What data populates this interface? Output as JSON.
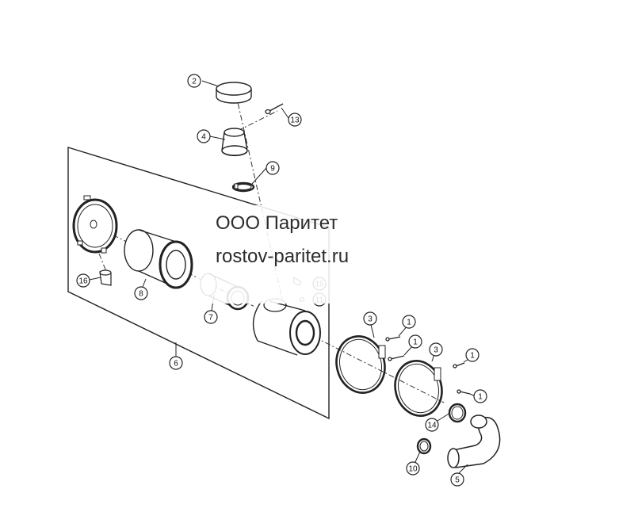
{
  "watermark": {
    "company": "ООО Паритет",
    "site": "rostov-paritet.ru"
  },
  "callouts": [
    {
      "id": "c2",
      "label": "2"
    },
    {
      "id": "c13",
      "label": "13"
    },
    {
      "id": "c4",
      "label": "4"
    },
    {
      "id": "c9",
      "label": "9"
    },
    {
      "id": "c16",
      "label": "16"
    },
    {
      "id": "c8",
      "label": "8"
    },
    {
      "id": "c15",
      "label": "15"
    },
    {
      "id": "c11",
      "label": "11"
    },
    {
      "id": "c7",
      "label": "7"
    },
    {
      "id": "c6",
      "label": "6"
    },
    {
      "id": "c3a",
      "label": "3"
    },
    {
      "id": "c1a",
      "label": "1"
    },
    {
      "id": "c1b",
      "label": "1"
    },
    {
      "id": "c3b",
      "label": "3"
    },
    {
      "id": "c1c",
      "label": "1"
    },
    {
      "id": "c1d",
      "label": "1"
    },
    {
      "id": "c14",
      "label": "14"
    },
    {
      "id": "c10",
      "label": "10"
    },
    {
      "id": "c5",
      "label": "5"
    }
  ]
}
